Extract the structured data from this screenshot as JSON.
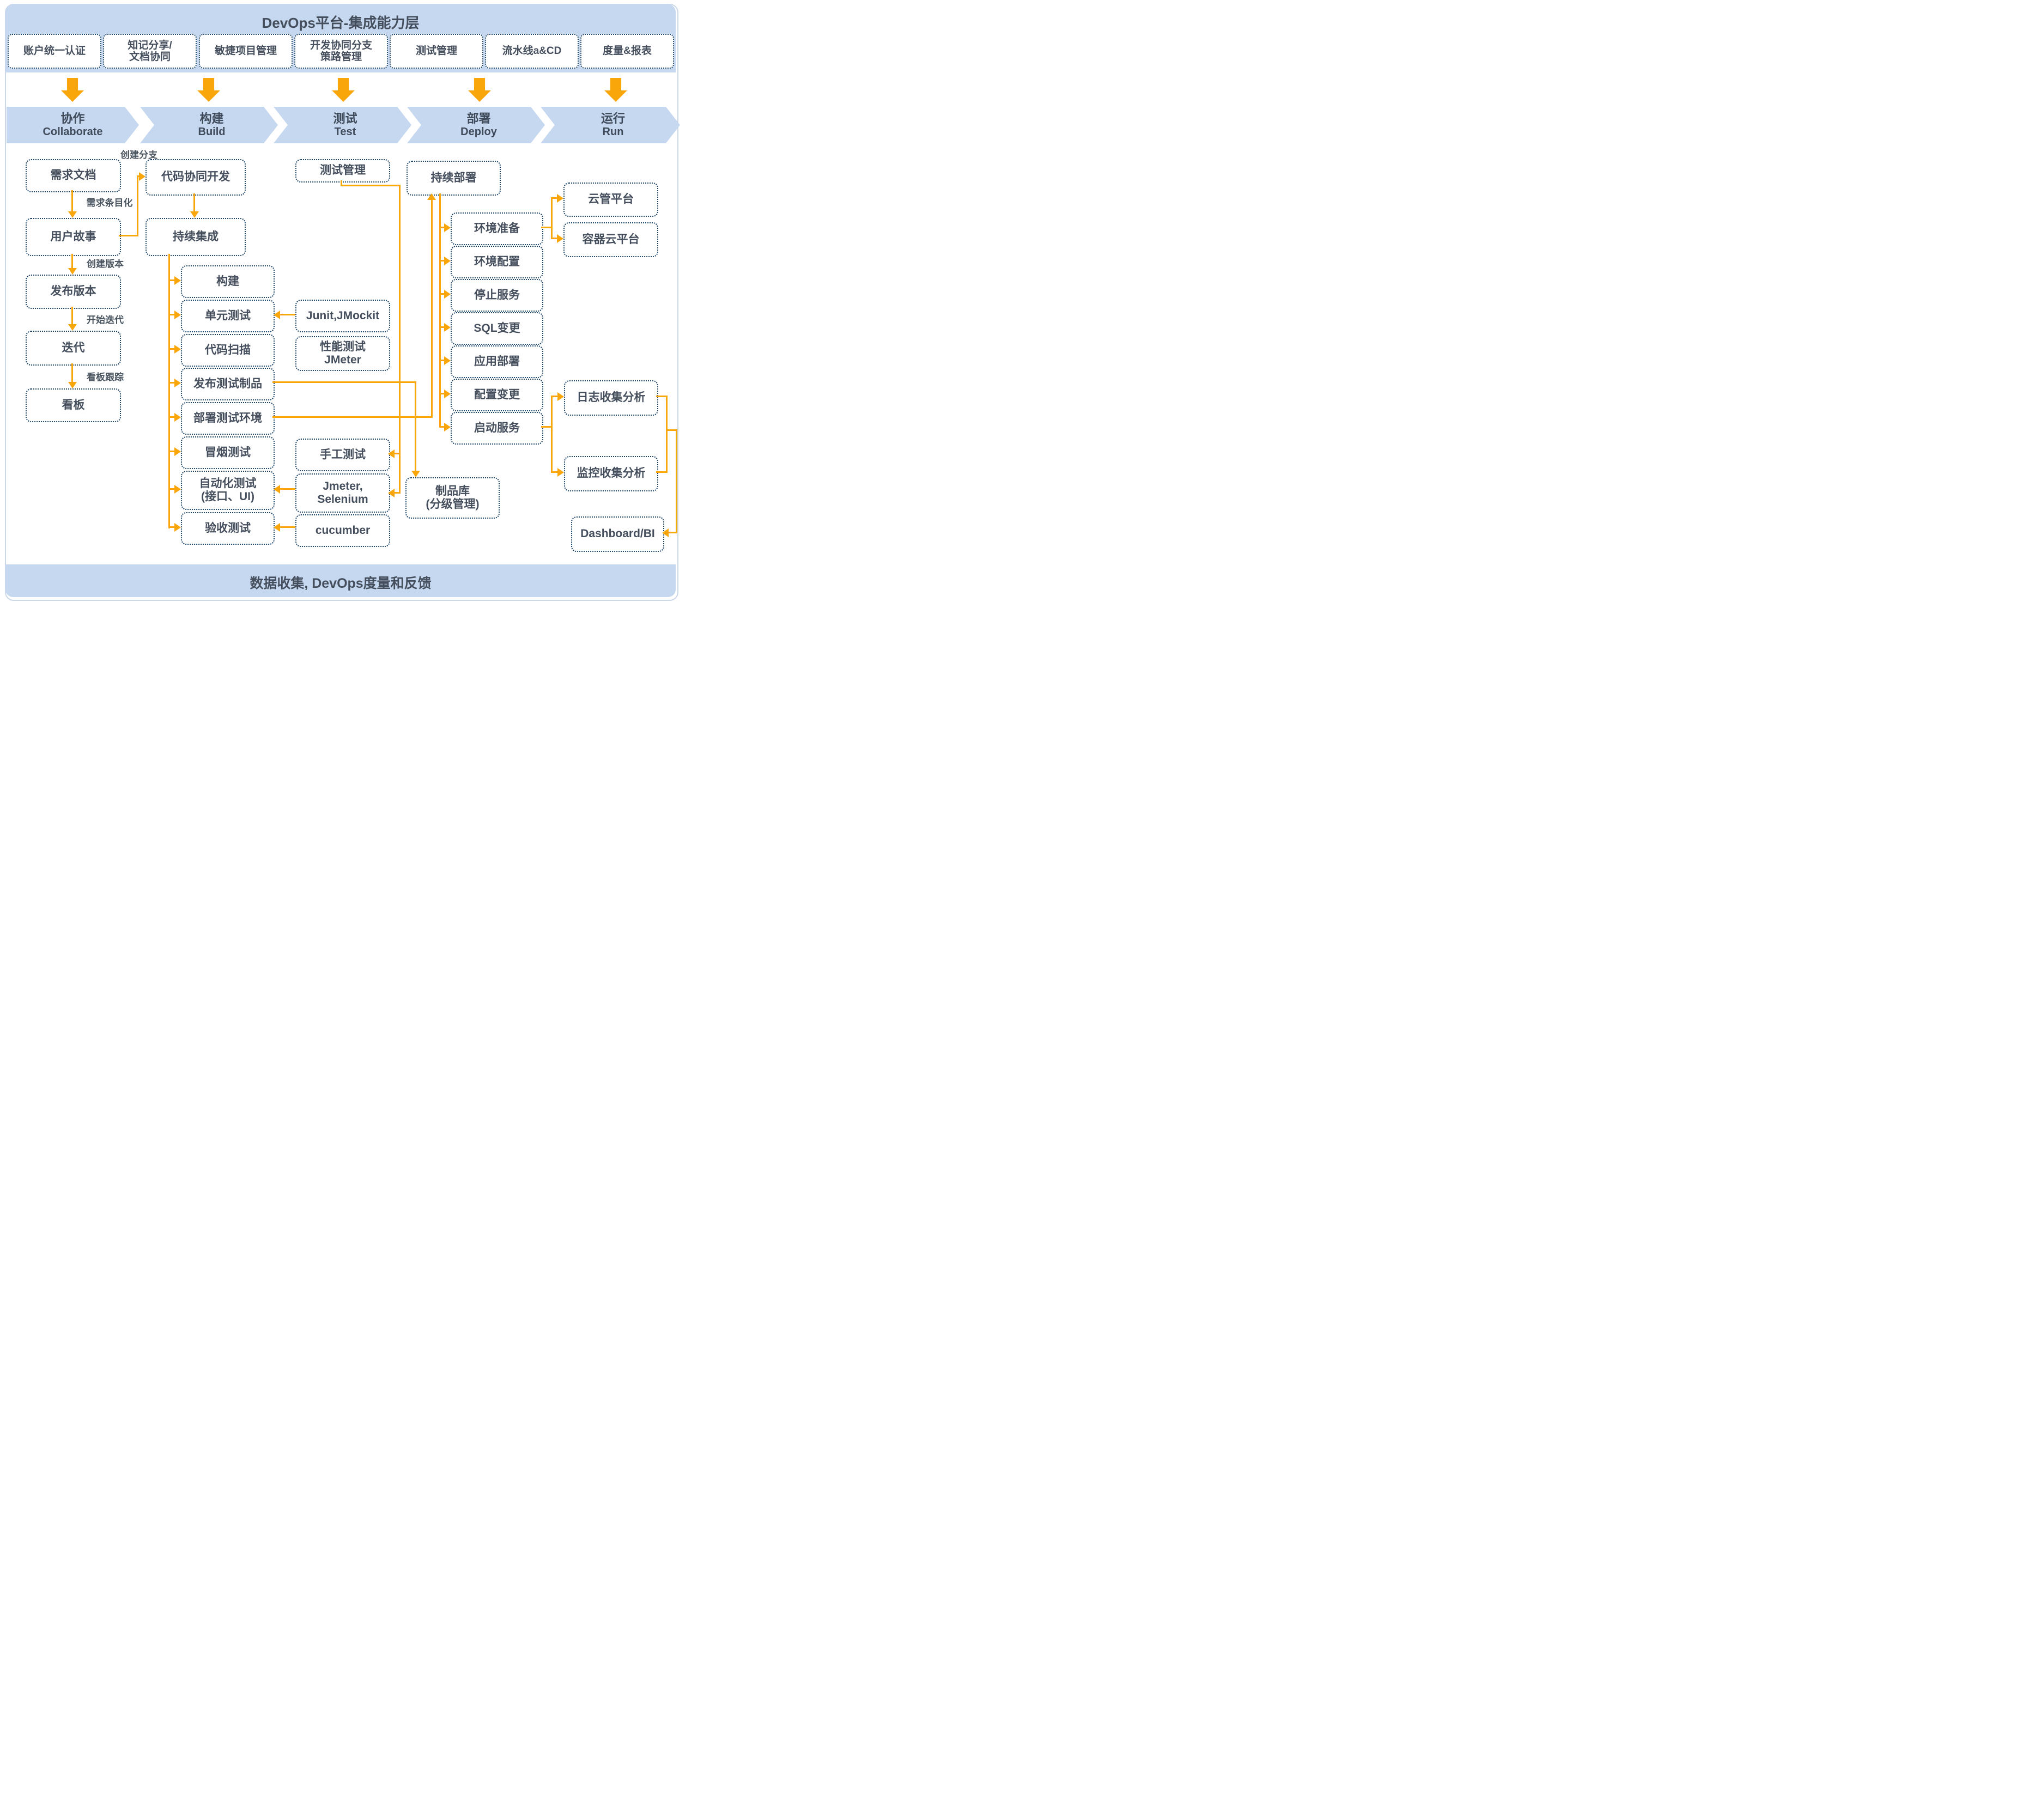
{
  "header": {
    "title": "DevOps平台-集成能力层",
    "capabilities": [
      "账户统一认证",
      "知记分享/\n文档协同",
      "敏捷项目管理",
      "开发协同分支\n策路管理",
      "测试管理",
      "流水线a&CD",
      "度量&报表"
    ]
  },
  "stages": [
    {
      "zh": "协作",
      "en": "Collaborate"
    },
    {
      "zh": "构建",
      "en": "Build"
    },
    {
      "zh": "测试",
      "en": "Test"
    },
    {
      "zh": "部署",
      "en": "Deploy"
    },
    {
      "zh": "运行",
      "en": "Run"
    }
  ],
  "collaborate": {
    "boxes": [
      "需求文档",
      "用户故事",
      "发布版本",
      "迭代",
      "看板"
    ],
    "edge_labels": [
      "创建分支",
      "需求条目化",
      "创建版本",
      "开始迭代",
      "看板跟踪"
    ]
  },
  "build": {
    "main": [
      "代码协同开发",
      "持续集成"
    ],
    "steps": [
      "构建",
      "单元测试",
      "代码扫描",
      "发布测试制品",
      "部署测试环境",
      "冒烟测试",
      "自动化测试\n(接口、UI)",
      "验收测试"
    ]
  },
  "test": {
    "management": "测试管理",
    "tools": [
      "Junit,JMockit",
      "性能测试\nJMeter",
      "手工测试",
      "Jmeter,\nSelenium",
      "cucumber"
    ],
    "repo": "制品库\n(分级管理)"
  },
  "deploy": {
    "main": "持续部署",
    "steps": [
      "环境准备",
      "环境配置",
      "停止服务",
      "SQL变更",
      "应用部署",
      "配置变更",
      "启动服务"
    ]
  },
  "run": {
    "boxes": [
      "云管平台",
      "容器云平台",
      "日志收集分析",
      "监控收集分析",
      "Dashboard/BI"
    ]
  },
  "footer": {
    "text": "数据收集, DevOps度量和反馈"
  },
  "colors": {
    "band_blue": "#c5d8f0",
    "arrow_orange": "#F9A60A",
    "box_border_navy": "#1c4467",
    "text_dark": "#454e5c"
  }
}
